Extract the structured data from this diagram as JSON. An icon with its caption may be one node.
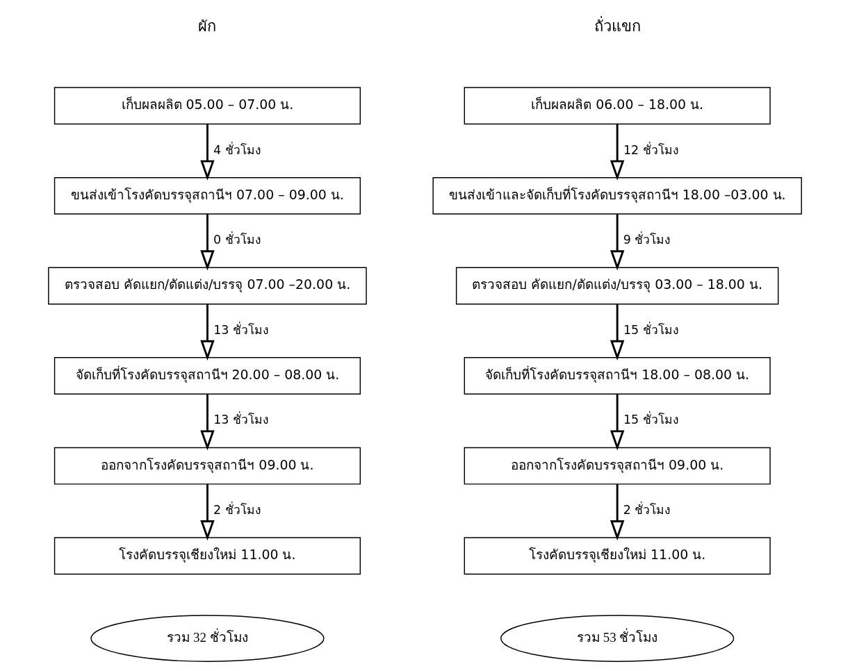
{
  "diagram": {
    "nodes": [
      {
        "text": [
          "เก็บผลผลิต 05.00 – 07.00 น."
        ]
      },
      {
        "text": [
          "ขนส่งเข้าโรงคัดบรรจุสถานีฯ 07.00 – 09.00 น."
        ]
      },
      {
        "text": [
          "ตรวจสอบ คัดแยก/ตัดแต่ง/บรรจุ 07.00 –20.00 น."
        ]
      },
      {
        "text": [
          "จัดเก็บที่โรงคัดบรรจุสถานีฯ 20.00 – 08.00 น."
        ]
      },
      {
        "text": [
          "ออกจากโรงคัดบรรจุสถานีฯ 09.00 น."
        ]
      },
      {
        "text": [
          "โรงคัดบรรจุเชียงใหม่ 11.00 น."
        ]
      },
      {
        "text": [
          "รวม 32 ชั่วโมง"
        ]
      },
      {
        "text": [
          "เก็บผลผลิต 06.00 – 18.00 น."
        ]
      },
      {
        "text": [
          "ขนส่งเข้าและจัดเก็บที่โรงคัดบรรจุสถานีฯ 18.00 –03.00 น."
        ]
      },
      {
        "text": [
          "ตรวจสอบ คัดแยก/ตัดแต่ง/บรรจุ 03.00 – 18.00 น."
        ]
      },
      {
        "text": [
          "จัดเก็บที่โรงคัดบรรจุสถานีฯ 18.00 – 08.00 น."
        ]
      },
      {
        "text": [
          "ออกจากโรงคัดบรรจุสถานีฯ 09.00 น."
        ]
      },
      {
        "text": [
          "โรงคัดบรรจุเชียงใหม่ 11.00 น."
        ]
      },
      {
        "text": [
          "รวม 53 ชั่วโมง"
        ]
      }
    ],
    "edges": [
      {
        "from": 0,
        "to": 1,
        "arrow": "to",
        "label": "4 ชั่วโมง"
      },
      {
        "from": 1,
        "to": 2,
        "arrow": "to",
        "label": "0 ชั่วโมง"
      },
      {
        "from": 2,
        "to": 3,
        "arrow": "to",
        "label": "13 ชั่วโมง"
      },
      {
        "from": 3,
        "to": 4,
        "arrow": "to",
        "label": "13 ชั่วโมง"
      },
      {
        "from": 4,
        "to": 5,
        "arrow": "to",
        "label": "2 ชั่วโมง"
      },
      {
        "from": 7,
        "to": 8,
        "arrow": "to",
        "label": "12 ชั่วโมง"
      },
      {
        "from": 8,
        "to": 9,
        "arrow": "to",
        "label": "9 ชั่วโมง"
      },
      {
        "from": 9,
        "to": 10,
        "arrow": "to",
        "label": "15 ชั่วโมง"
      },
      {
        "from": 10,
        "to": 11,
        "arrow": "to",
        "label": "15 ชั่วโมง"
      },
      {
        "from": 11,
        "to": 12,
        "arrow": "to",
        "label": "2 ชั่วโมง"
      }
    ],
    "labels": [
      "ผัก",
      "ถั่วแขก"
    ]
  }
}
